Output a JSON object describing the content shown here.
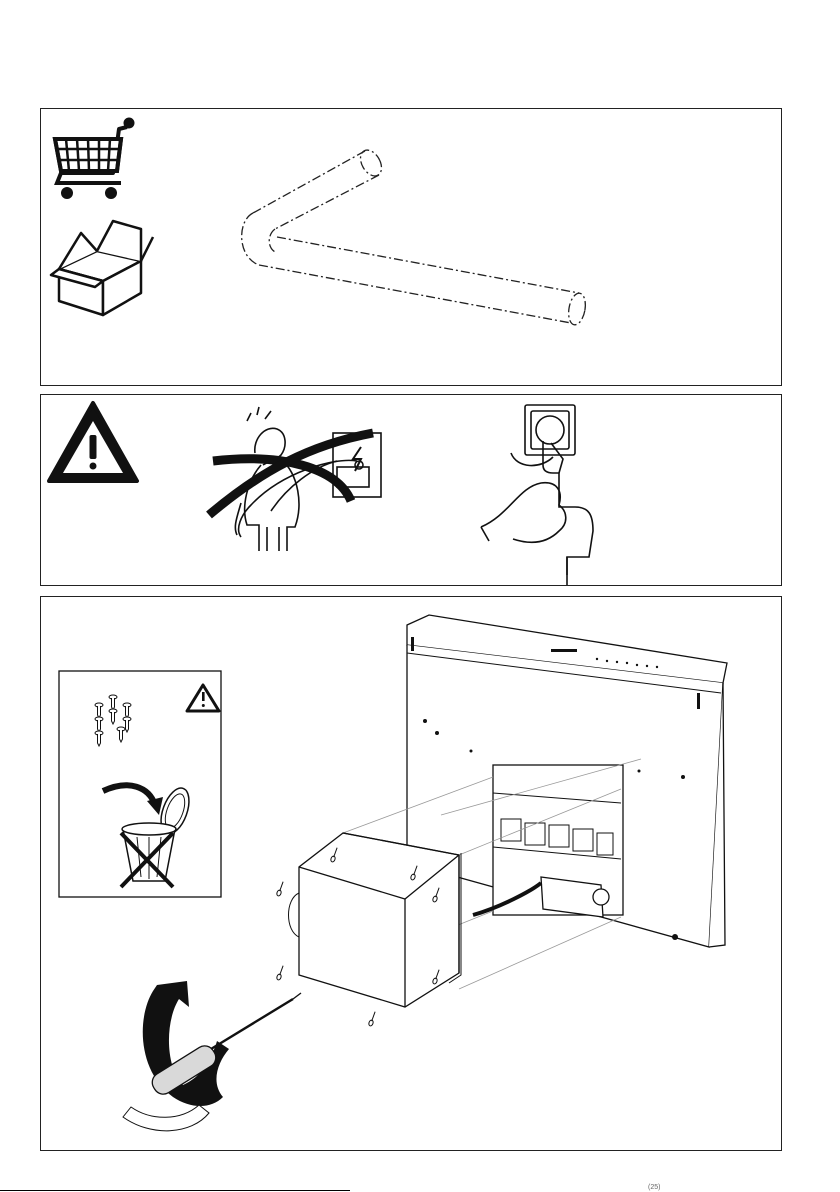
{
  "page": {
    "footer_mark": "(25)"
  },
  "panels": [
    {
      "id": "accessory",
      "content": [
        "shopping-cart-icon",
        "open-box-icon",
        "elbow-duct-pipe"
      ]
    },
    {
      "id": "safety",
      "content": [
        "warning-triangle-icon",
        "no-electrician-work-figure",
        "unplug-from-socket-figure"
      ]
    },
    {
      "id": "install",
      "content": [
        "screws-warning-inset",
        "do-not-discard-icon",
        "motor-box-assembly",
        "screwdriver-rotate-figure"
      ]
    }
  ],
  "install_inset": {
    "screw_count": 8
  },
  "colors": {
    "line": "#111111",
    "background": "#ffffff",
    "light_gray": "#d9d9d9"
  }
}
